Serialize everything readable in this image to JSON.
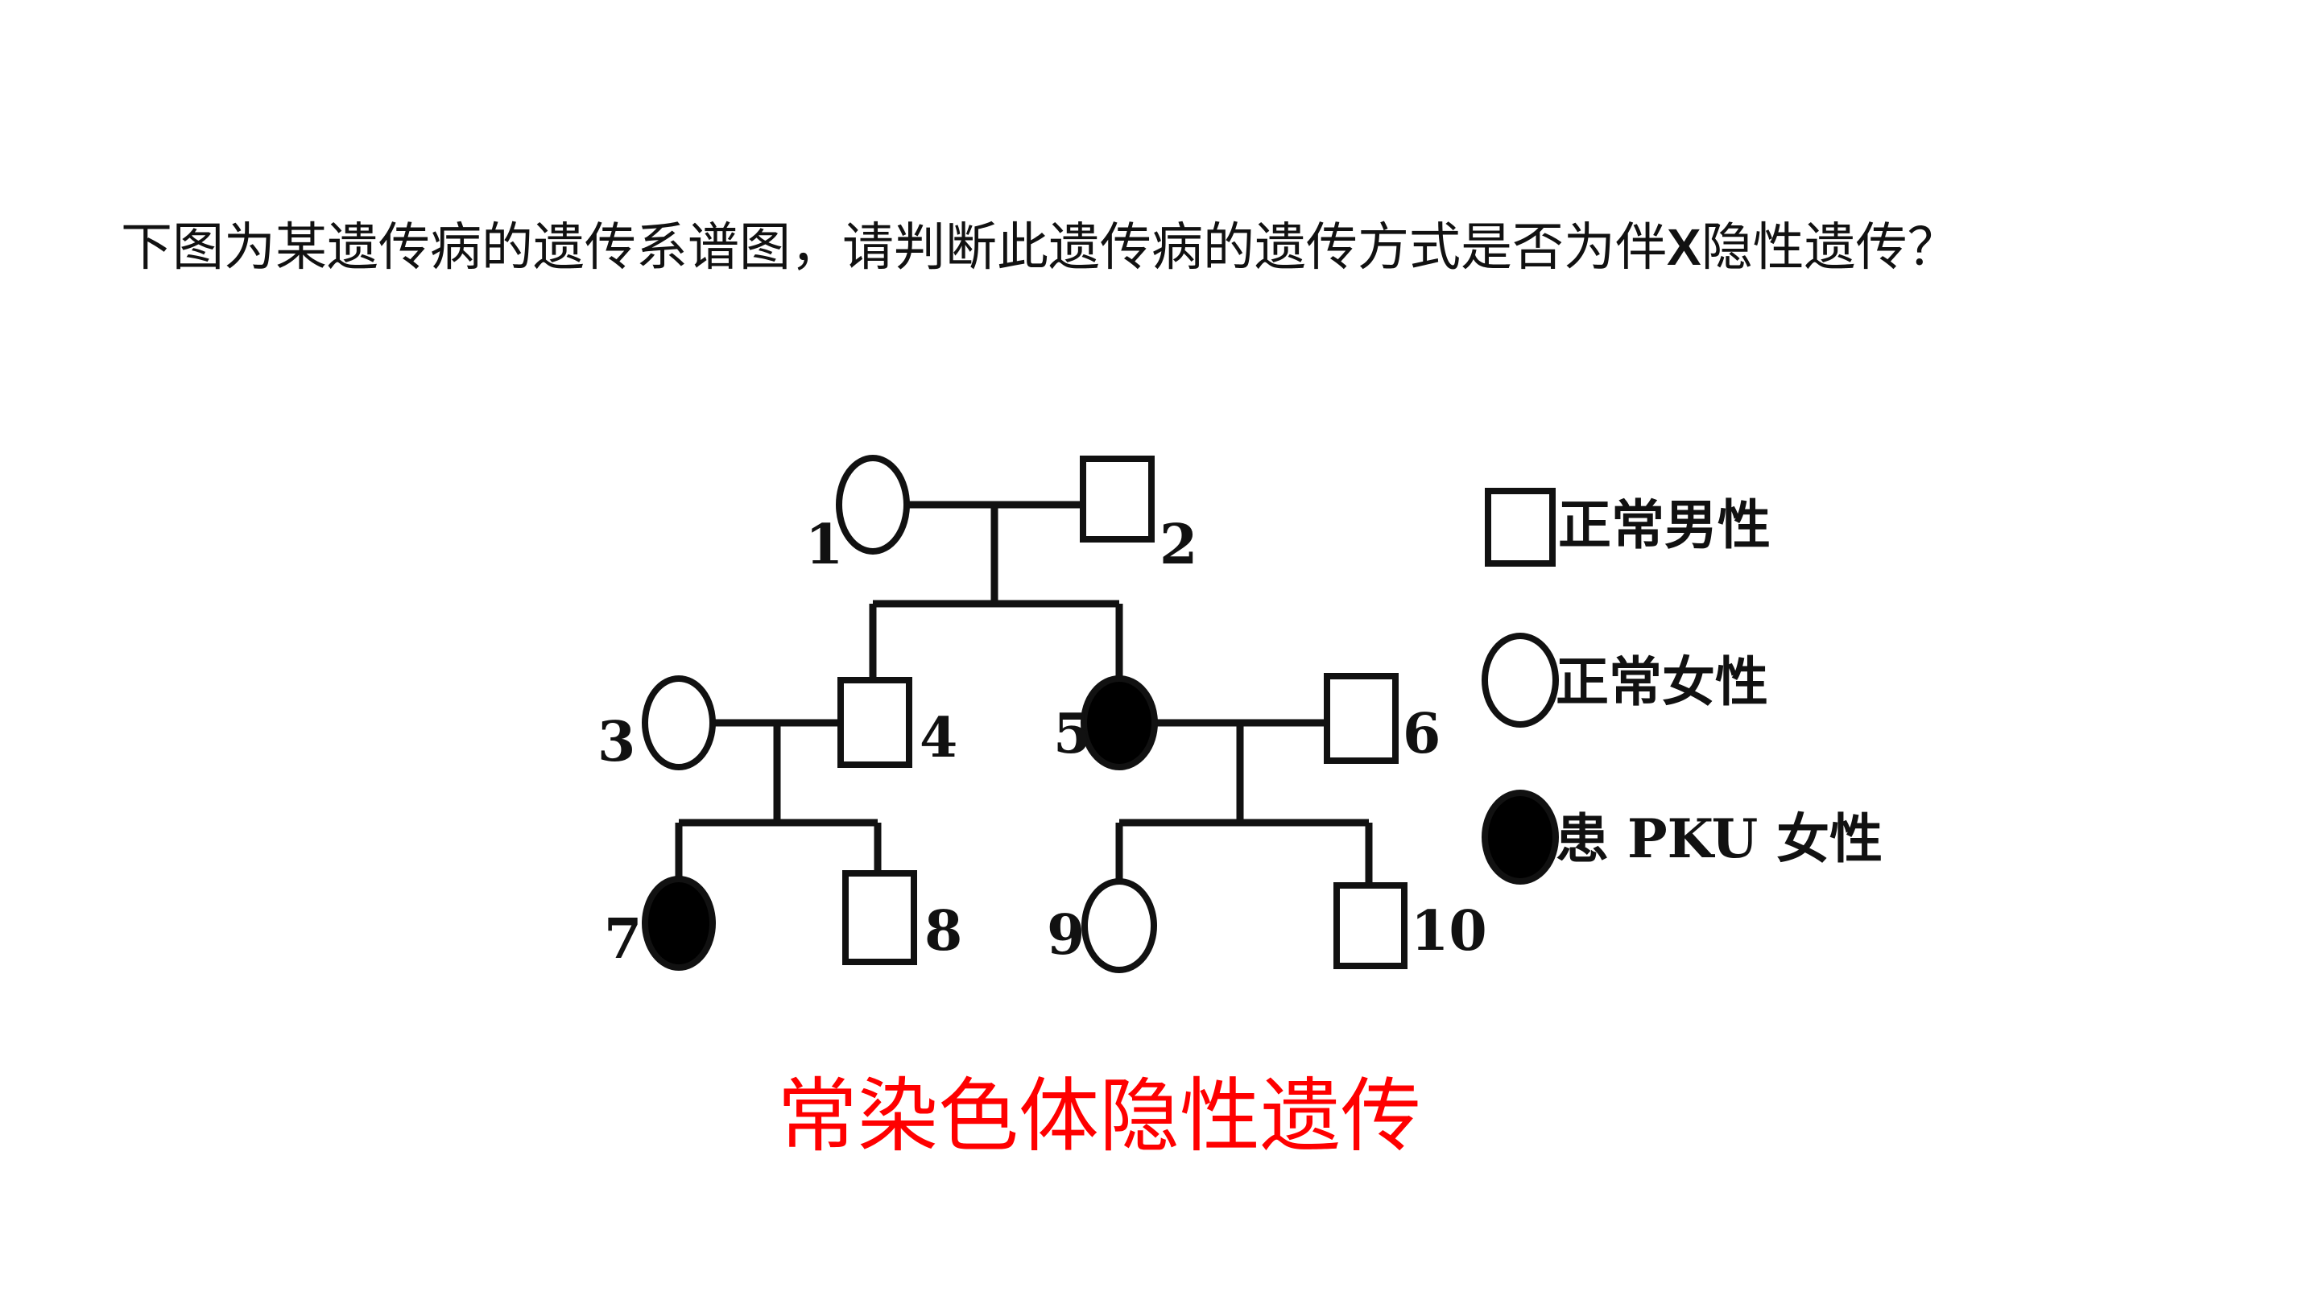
{
  "question": {
    "part1": "下图为某遗传病的遗传系谱图，请判断此遗传病的遗传方式是否为伴",
    "bold_letter": "X",
    "part2": "隐性遗传？"
  },
  "pedigree": {
    "individuals": [
      {
        "id": "1",
        "sex": "female",
        "affected": false
      },
      {
        "id": "2",
        "sex": "male",
        "affected": false
      },
      {
        "id": "3",
        "sex": "female",
        "affected": false
      },
      {
        "id": "4",
        "sex": "male",
        "affected": false
      },
      {
        "id": "5",
        "sex": "female",
        "affected": true
      },
      {
        "id": "6",
        "sex": "male",
        "affected": false
      },
      {
        "id": "7",
        "sex": "female",
        "affected": true
      },
      {
        "id": "8",
        "sex": "male",
        "affected": false
      },
      {
        "id": "9",
        "sex": "female",
        "affected": false
      },
      {
        "id": "10",
        "sex": "male",
        "affected": false
      }
    ],
    "matings": [
      [
        "1",
        "2"
      ],
      [
        "3",
        "4"
      ],
      [
        "5",
        "6"
      ]
    ],
    "children": {
      "1x2": [
        "4",
        "5"
      ],
      "3x4": [
        "7",
        "8"
      ],
      "5x6": [
        "9",
        "10"
      ]
    }
  },
  "legend": {
    "normal_male": "正常男性",
    "normal_female": "正常女性",
    "affected_female": "患 PKU 女性"
  },
  "answer": {
    "text": "常染色体隐性遗传",
    "color": "#ff0000"
  }
}
